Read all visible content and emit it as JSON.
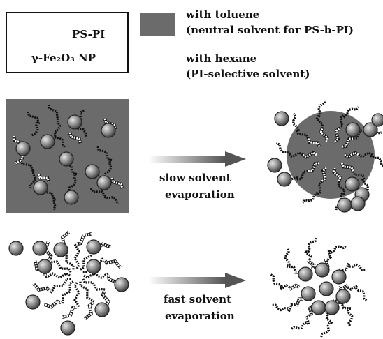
{
  "legend": {
    "polymer_label": "PS-PI",
    "nanoparticle_label": "γ-Fe₂O₃ NP"
  },
  "solvents": {
    "toluene_line1": "with toluene",
    "toluene_line2": "(neutral solvent for PS-b-PI)",
    "hexane_line1": "with hexane",
    "hexane_line2": "(PI-selective solvent)"
  },
  "processes": {
    "slow_line1": "slow solvent",
    "slow_line2": "evaporation",
    "fast_line1": "fast solvent",
    "fast_line2": "evaporation"
  },
  "colors": {
    "toluene_fill": "#6b6b6b",
    "particle": "#8a8a8a",
    "chain": "#111111"
  }
}
